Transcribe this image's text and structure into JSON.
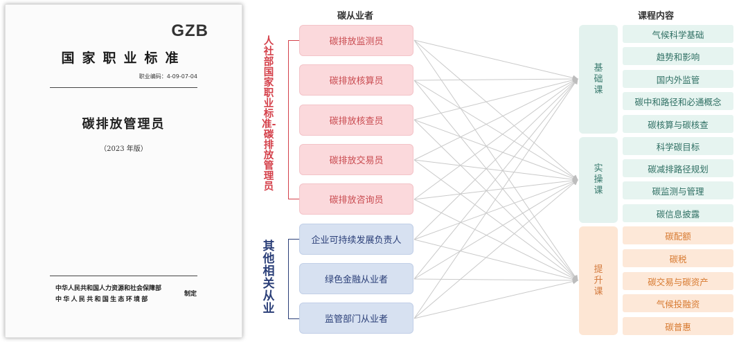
{
  "doc": {
    "gzb": "GZB",
    "std_title": "国家职业标准",
    "code": "职业编码：4-09-07-04",
    "title": "碳排放管理员",
    "year": "（2023 年版）",
    "issuer1": "中华人民共和国人力资源和社会保障部",
    "issuer2": "中华人民共和国生态环境部",
    "issue_verb": "制定"
  },
  "headers": {
    "roles": "碳从业者",
    "courses": "课程内容"
  },
  "groups": [
    {
      "label": "人社部国家职业标准-碳排放管理员",
      "color": "#d4404a"
    },
    {
      "label": "其他相关从业",
      "color": "#2b3f78"
    }
  ],
  "roles": [
    {
      "label": "碳排放监测员",
      "style": "red"
    },
    {
      "label": "碳排放核算员",
      "style": "red"
    },
    {
      "label": "碳排放核查员",
      "style": "red"
    },
    {
      "label": "碳排放交易员",
      "style": "red"
    },
    {
      "label": "碳排放咨询员",
      "style": "red"
    },
    {
      "label": "企业可持续发展负责人",
      "style": "blue"
    },
    {
      "label": "绿色金融从业者",
      "style": "blue"
    },
    {
      "label": "监管部门从业者",
      "style": "blue"
    }
  ],
  "categories": [
    {
      "label": "基础课",
      "style": "green"
    },
    {
      "label": "实操课",
      "style": "green"
    },
    {
      "label": "提升课",
      "style": "orange"
    }
  ],
  "courses": [
    {
      "label": "气候科学基础",
      "style": "green"
    },
    {
      "label": "趋势和影响",
      "style": "green"
    },
    {
      "label": "国内外监管",
      "style": "green"
    },
    {
      "label": "碳中和路径和必通概念",
      "style": "green"
    },
    {
      "label": "碳核算与碳核查",
      "style": "green"
    },
    {
      "label": "科学碳目标",
      "style": "green"
    },
    {
      "label": "碳减排路径规划",
      "style": "green"
    },
    {
      "label": "碳监测与管理",
      "style": "green"
    },
    {
      "label": "碳信息披露",
      "style": "green"
    },
    {
      "label": "碳配额",
      "style": "orange"
    },
    {
      "label": "碳税",
      "style": "orange"
    },
    {
      "label": "碳交易与碳资产",
      "style": "orange"
    },
    {
      "label": "气候投融资",
      "style": "orange"
    },
    {
      "label": "碳普惠",
      "style": "orange"
    }
  ],
  "connections": "every role connects to every course category"
}
